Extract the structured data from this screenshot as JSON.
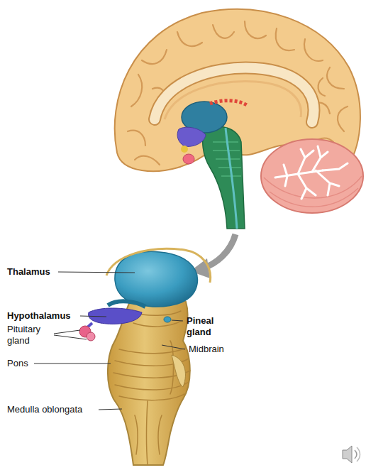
{
  "diagram": {
    "labels": [
      "Thalamus",
      "Hypothalamus",
      "Pituitary gland",
      "Pineal gland",
      "Midbrain",
      "Pons",
      "Medulla oblongata"
    ]
  }
}
